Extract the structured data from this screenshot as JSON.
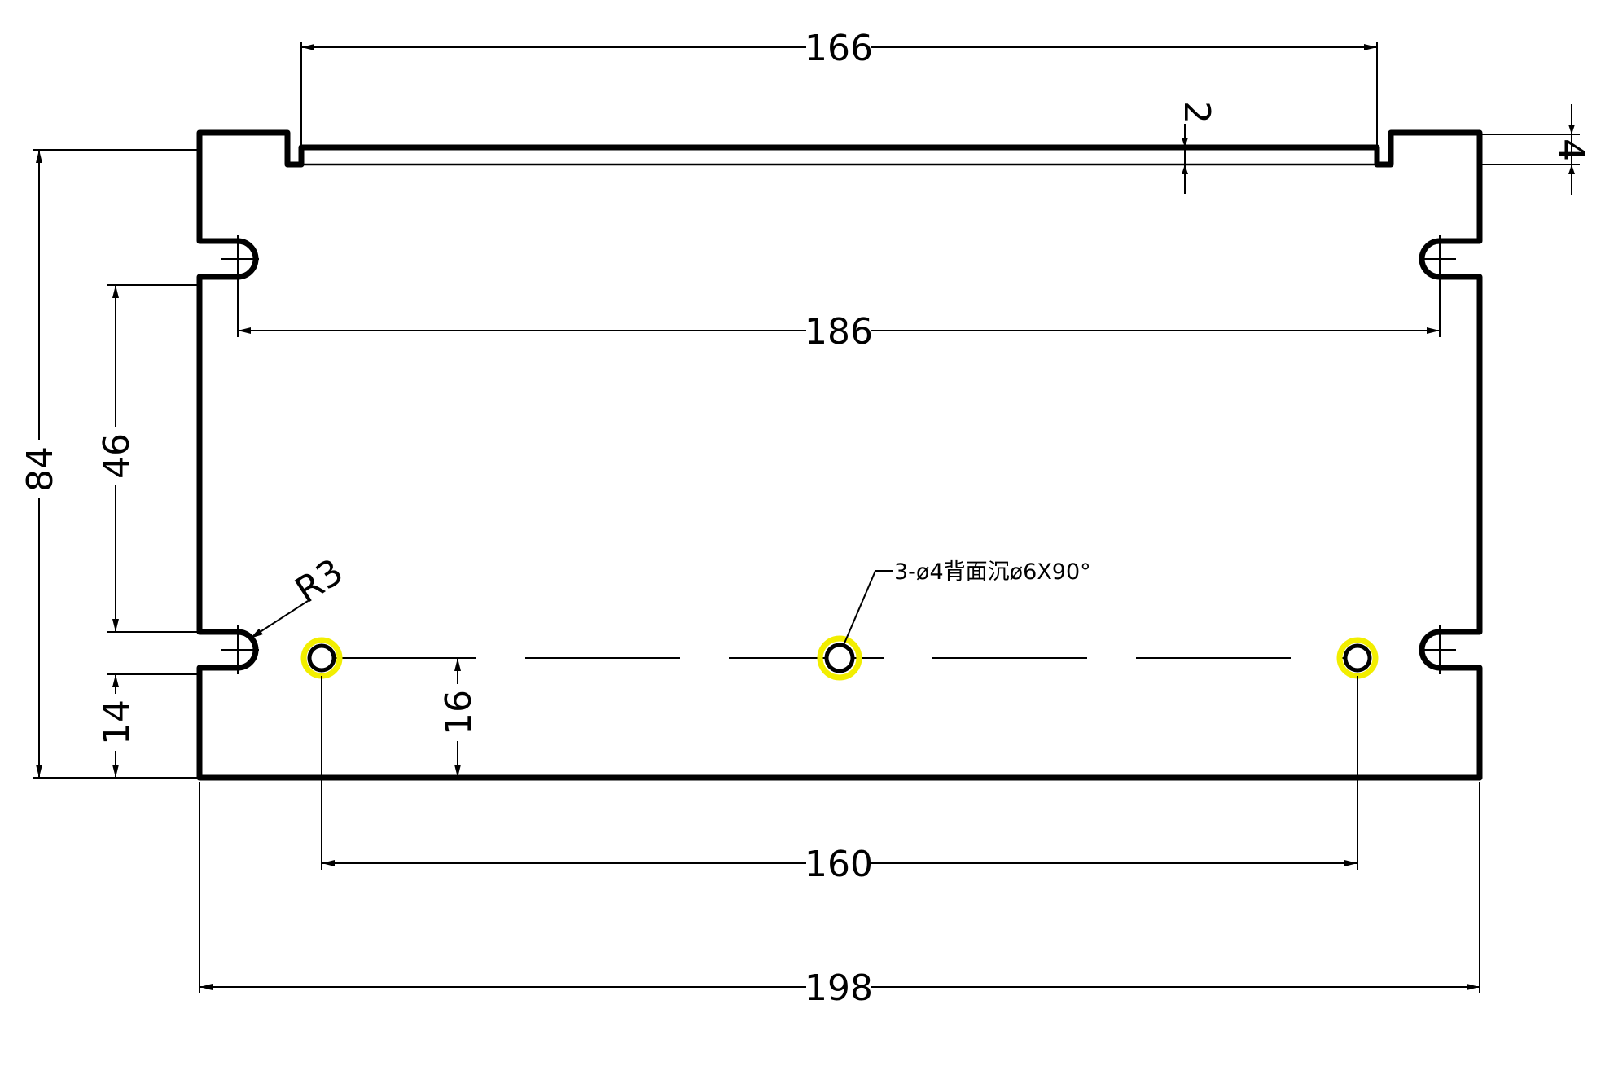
{
  "colors": {
    "line": "#000000",
    "hole_highlight": "#f2ee00",
    "background": "#ffffff"
  },
  "dimensions": {
    "top_width": "166",
    "slot_span": "186",
    "overall_height": "84",
    "slot_pitch": "46",
    "bottom_offset": "14",
    "hole_height": "16",
    "hole_spacing": "160",
    "overall_width": "198",
    "groove_depth": "2",
    "groove_width": "4",
    "radius": "R3"
  },
  "annotations": {
    "hole_note": "3-ø4背面沉ø6X90°"
  }
}
